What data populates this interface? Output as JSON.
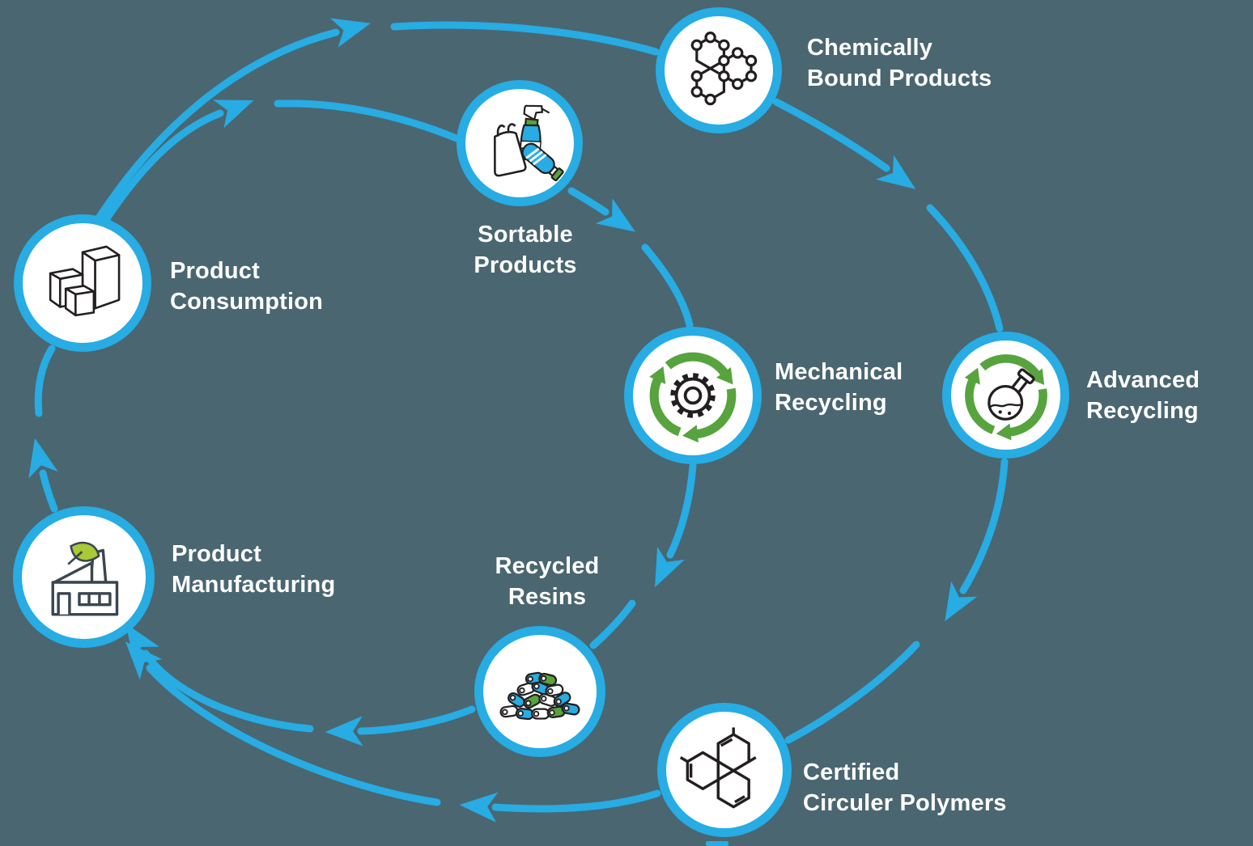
{
  "colors": {
    "background": "#4A6670",
    "flow_blue": "#27ACE3",
    "recycle_green": "#57A33E",
    "leaf_green": "#A9C937",
    "icon_outline": "#231F20",
    "factory_outline": "#3A4650",
    "text": "#FFFFFF",
    "node_fill": "#FFFFFF"
  },
  "nodes": [
    {
      "id": "product-consumption",
      "label_line1": "Product",
      "label_line2": "Consumption",
      "icon": "boxes-icon"
    },
    {
      "id": "sortable-products",
      "label_line1": "Sortable",
      "label_line2": "Products",
      "icon": "sortable-items-icon"
    },
    {
      "id": "chemically-bound-products",
      "label_line1": "Chemically",
      "label_line2": "Bound Products",
      "icon": "molecule-icon"
    },
    {
      "id": "mechanical-recycling",
      "label_line1": "Mechanical",
      "label_line2": "Recycling",
      "icon": "gear-recycle-icon"
    },
    {
      "id": "advanced-recycling",
      "label_line1": "Advanced",
      "label_line2": "Recycling",
      "icon": "flask-recycle-icon"
    },
    {
      "id": "recycled-resins",
      "label_line1": "Recycled",
      "label_line2": "Resins",
      "icon": "resin-pellets-icon"
    },
    {
      "id": "certified-circular-polymers",
      "label_line1": "Certified",
      "label_line2": "Circuler Polymers",
      "icon": "polymer-hexagons-icon"
    },
    {
      "id": "product-manufacturing",
      "label_line1": "Product",
      "label_line2": "Manufacturing",
      "icon": "factory-leaf-icon"
    }
  ],
  "flows": [
    {
      "from": "Product Consumption",
      "to": "Chemically Bound Products"
    },
    {
      "from": "Product Consumption",
      "to": "Sortable Products"
    },
    {
      "from": "Sortable Products",
      "to": "Mechanical Recycling"
    },
    {
      "from": "Chemically Bound Products",
      "to": "Advanced Recycling"
    },
    {
      "from": "Mechanical Recycling",
      "to": "Recycled Resins"
    },
    {
      "from": "Advanced Recycling",
      "to": "Certified Circuler Polymers"
    },
    {
      "from": "Recycled Resins",
      "to": "Product Manufacturing"
    },
    {
      "from": "Certified Circuler Polymers",
      "to": "Product Manufacturing"
    },
    {
      "from": "Product Manufacturing",
      "to": "Product Consumption"
    }
  ]
}
